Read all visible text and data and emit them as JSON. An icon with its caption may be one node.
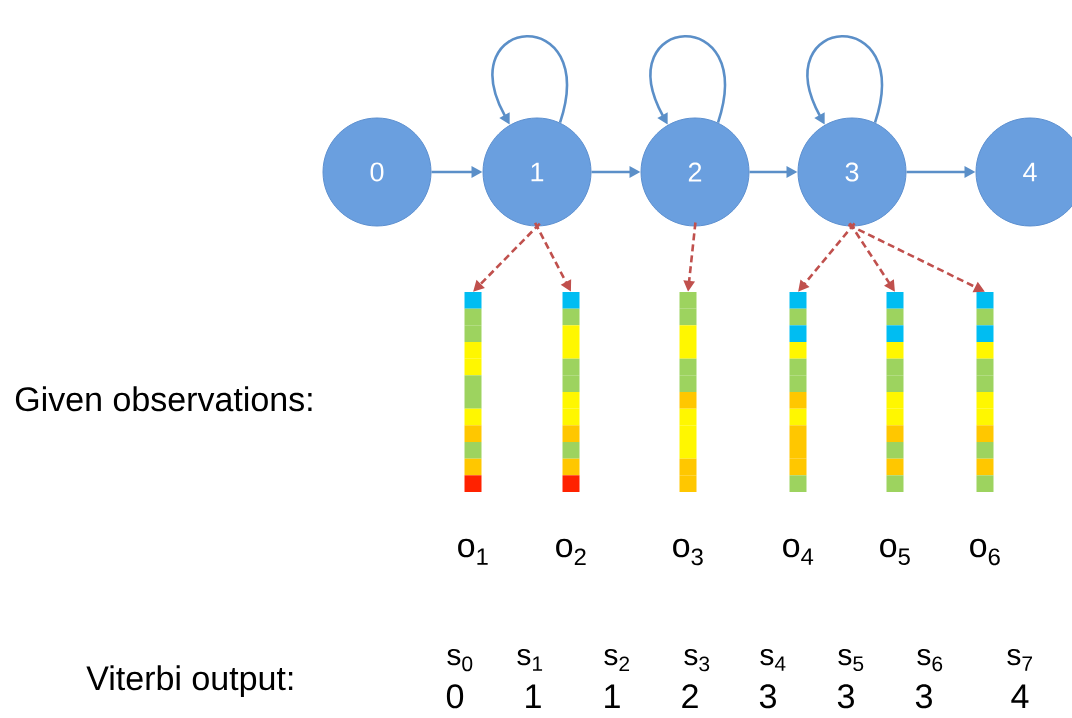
{
  "diagram": {
    "nodes": [
      {
        "text": [
          "0"
        ]
      },
      {
        "text": [
          "1"
        ]
      },
      {
        "text": [
          "2"
        ]
      },
      {
        "text": [
          "3"
        ]
      },
      {
        "text": [
          "4"
        ]
      },
      {
        "text": [],
        "shape": "bar",
        "beside": [
          "o$_{1}$"
        ]
      },
      {
        "text": [],
        "shape": "bar",
        "beside": [
          "o$_{2}$"
        ]
      },
      {
        "text": [],
        "shape": "bar",
        "beside": [
          "o$_{3}$"
        ]
      },
      {
        "text": [],
        "shape": "bar",
        "beside": [
          "o$_{4}$"
        ]
      },
      {
        "text": [],
        "shape": "bar",
        "beside": [
          "o$_{5}$"
        ]
      },
      {
        "text": [],
        "shape": "bar",
        "beside": [
          "o$_{6}$"
        ]
      }
    ],
    "edges": [
      {
        "from": 1,
        "to": 1,
        "arrow": "to"
      },
      {
        "from": 2,
        "to": 2,
        "arrow": "to"
      },
      {
        "from": 3,
        "to": 3,
        "arrow": "to"
      },
      {
        "from": 0,
        "to": 1,
        "arrow": "to"
      },
      {
        "from": 1,
        "to": 2,
        "arrow": "to"
      },
      {
        "from": 2,
        "to": 3,
        "arrow": "to"
      },
      {
        "from": 3,
        "to": 4,
        "arrow": "to"
      },
      {
        "from": 1,
        "to": 5,
        "arrow": "to",
        "style": "dashed",
        "color": "#c0504d"
      },
      {
        "from": 1,
        "to": 6,
        "arrow": "to",
        "style": "dashed",
        "color": "#c0504d"
      },
      {
        "from": 2,
        "to": 7,
        "arrow": "to",
        "style": "dashed",
        "color": "#c0504d"
      },
      {
        "from": 3,
        "to": 8,
        "arrow": "to",
        "style": "dashed",
        "color": "#c0504d"
      },
      {
        "from": 3,
        "to": 9,
        "arrow": "to",
        "style": "dashed",
        "color": "#c0504d"
      },
      {
        "from": 3,
        "to": 10,
        "arrow": "to",
        "style": "dashed",
        "color": "#c0504d"
      }
    ],
    "labels": [
      "Given observations:",
      "Viterbi output:",
      "s$_{0}$",
      "s$_{1}$",
      "s$_{2}$",
      "s$_{3}$",
      "s$_{4}$",
      "s$_{5}$",
      "s$_{6}$",
      "s$_{7}$",
      "0",
      "1",
      "1",
      "2",
      "3",
      "3",
      "3",
      "4"
    ]
  }
}
